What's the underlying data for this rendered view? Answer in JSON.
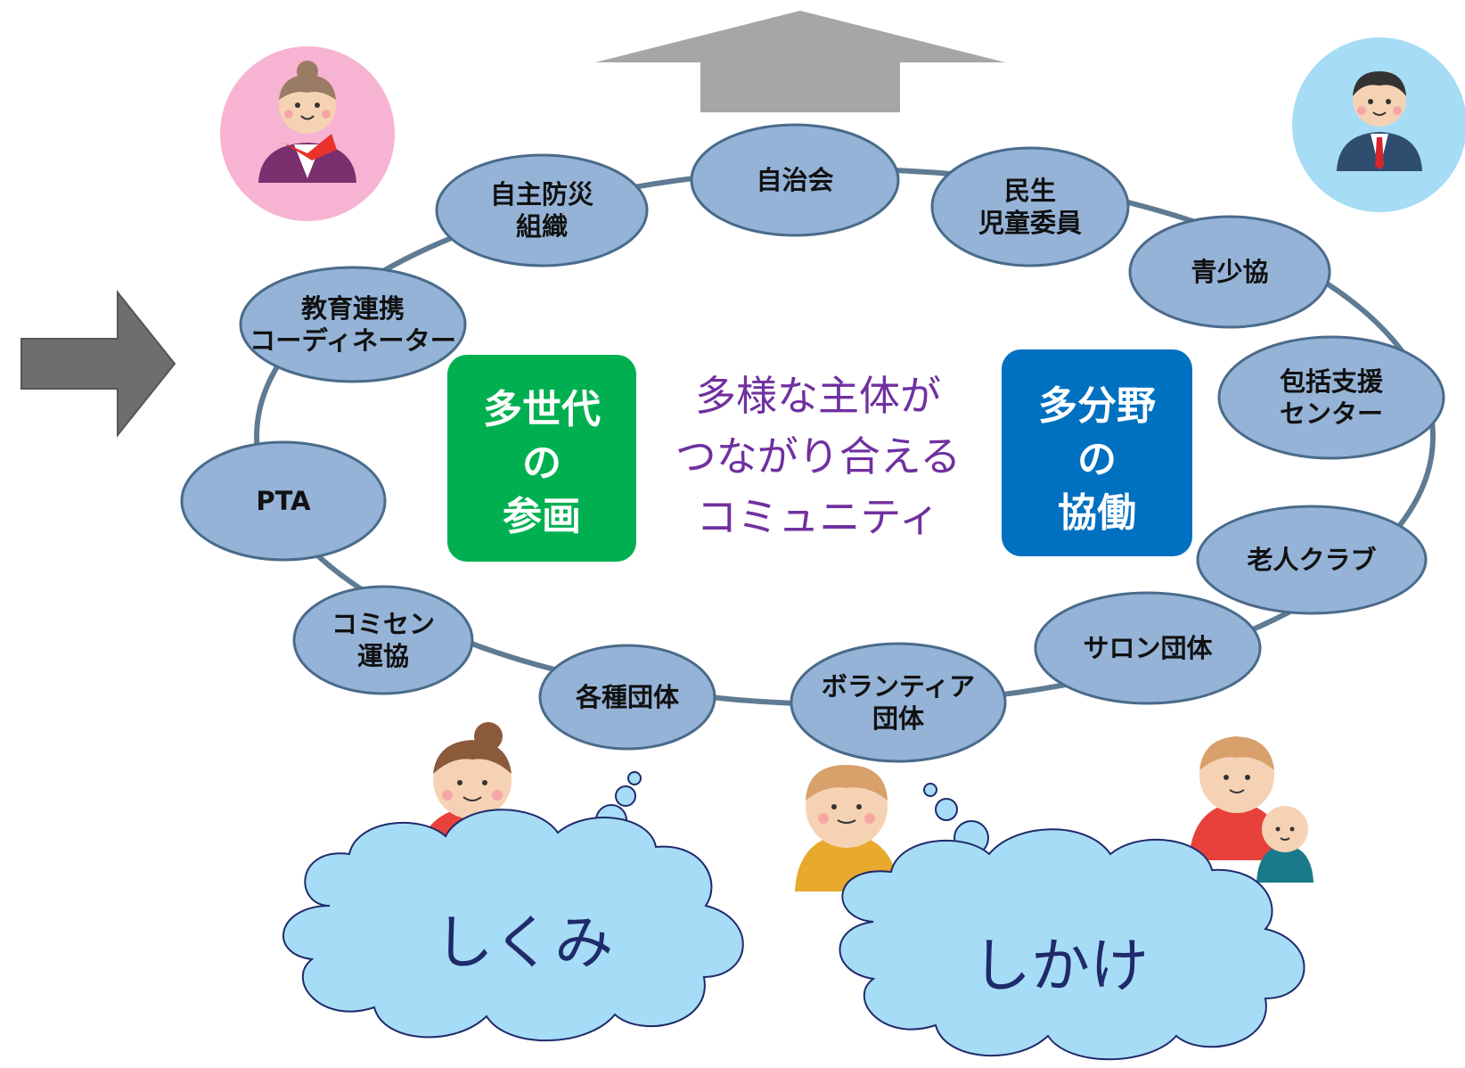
{
  "center": {
    "lines": [
      "多様な主体が",
      "つながり合える",
      "コミュニティ"
    ],
    "color": "#7030a0"
  },
  "left_box": {
    "lines": [
      "多世代",
      "の",
      "参画"
    ],
    "color": "#00b050"
  },
  "right_box": {
    "lines": [
      "多分野",
      "の",
      "協働"
    ],
    "color": "#0070c0"
  },
  "nodes": [
    {
      "name": "node-jichikai",
      "lines": [
        "自治会"
      ]
    },
    {
      "name": "node-minsei",
      "lines": [
        "民生",
        "児童委員"
      ]
    },
    {
      "name": "node-seishokyo",
      "lines": [
        "青少協"
      ]
    },
    {
      "name": "node-houkatsu",
      "lines": [
        "包括支援",
        "センター"
      ]
    },
    {
      "name": "node-rojin",
      "lines": [
        "老人クラブ"
      ]
    },
    {
      "name": "node-salon",
      "lines": [
        "サロン団体"
      ]
    },
    {
      "name": "node-volunteer",
      "lines": [
        "ボランティア",
        "団体"
      ]
    },
    {
      "name": "node-kakushu",
      "lines": [
        "各種団体"
      ]
    },
    {
      "name": "node-komisen",
      "lines": [
        "コミセン",
        "運協"
      ]
    },
    {
      "name": "node-pta",
      "lines": [
        "PTA"
      ]
    },
    {
      "name": "node-kyoiku",
      "lines": [
        "教育連携",
        "コーディネーター"
      ]
    },
    {
      "name": "node-bousai",
      "lines": [
        "自主防災",
        "組織"
      ]
    }
  ],
  "clouds": {
    "left": "しくみ",
    "right": "しかけ"
  },
  "colors": {
    "node_fill": "#95b3d7",
    "ring": "#5f7a93",
    "arrow": "#a6a6a6",
    "left_arrow": "#6e6e6e",
    "cloud": "#a6dcf5",
    "avatar_pink": "#f7b3d2",
    "avatar_blue": "#a6dcf5"
  },
  "icons": [
    "up-arrow-icon",
    "right-arrow-icon",
    "elderly-woman-avatar-icon",
    "businessman-avatar-icon",
    "woman-person-icon",
    "man-person-icon",
    "mother-child-person-icon",
    "thought-bubble-icon"
  ]
}
